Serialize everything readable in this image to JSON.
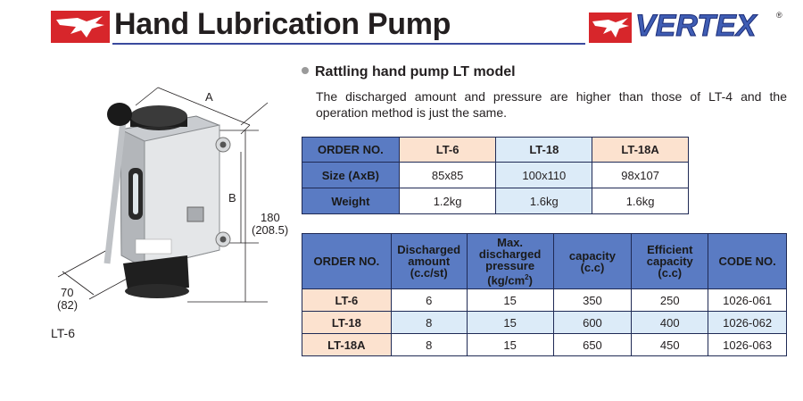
{
  "header": {
    "title": "Hand Lubrication Pump",
    "brand": "VERTEX",
    "registered": "®"
  },
  "product": {
    "subtitle": "Rattling hand pump  LT model",
    "description": "The discharged amount and pressure are higher than those of LT-4 and the operation method is just the same.",
    "caption": "LT-6"
  },
  "dimensions": {
    "a": "A",
    "b": "B",
    "height": "180",
    "height_alt": "(208.5)",
    "depth": "70",
    "depth_alt": "(82)"
  },
  "size_table": {
    "header": [
      "ORDER NO.",
      "LT-6",
      "LT-18",
      "LT-18A"
    ],
    "rows": [
      [
        "Size (AxB)",
        "85x85",
        "100x110",
        "98x107"
      ],
      [
        "Weight",
        "1.2kg",
        "1.6kg",
        "1.6kg"
      ]
    ]
  },
  "spec_table": {
    "header": {
      "order": "ORDER NO.",
      "discharged_1": "Discharged",
      "discharged_2": "amount",
      "discharged_3": "(c.c/st)",
      "pressure_1": "Max.",
      "pressure_2": "discharged",
      "pressure_3": "pressure",
      "pressure_4": "(kg/cm",
      "pressure_sup": "2",
      "pressure_5": ")",
      "capacity_1": "capacity",
      "capacity_2": "(c.c)",
      "eff_1": "Efficient",
      "eff_2": "capacity",
      "eff_3": "(c.c)",
      "code": "CODE NO."
    },
    "rows": [
      [
        "LT-6",
        "6",
        "15",
        "350",
        "250",
        "1026-061"
      ],
      [
        "LT-18",
        "8",
        "15",
        "600",
        "400",
        "1026-062"
      ],
      [
        "LT-18A",
        "8",
        "15",
        "650",
        "450",
        "1026-063"
      ]
    ]
  },
  "colors": {
    "header_blue": "#5a7bc3",
    "peach": "#fce2cf",
    "light_blue": "#dcebf8",
    "logo_red": "#d7262b",
    "brand_blue": "#3f5db4"
  }
}
